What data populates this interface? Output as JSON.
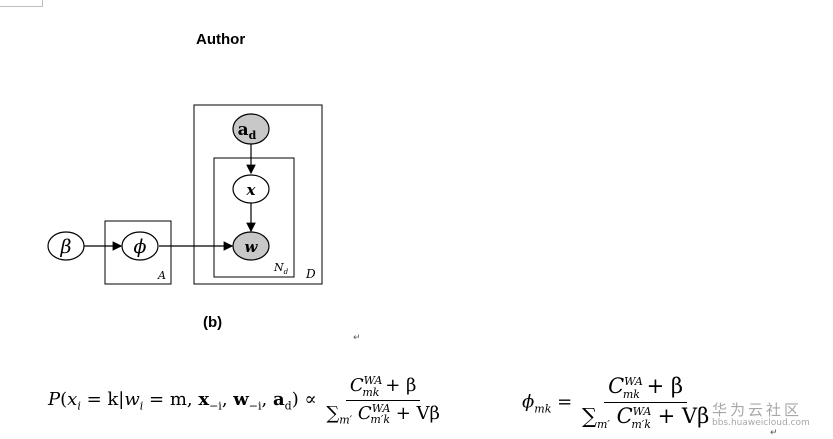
{
  "figure": {
    "title": "Author",
    "sublabel": "(b)",
    "nodes": {
      "beta": "β",
      "phi": "ϕ",
      "author": "a",
      "author_sub": "d",
      "x": "x",
      "w": "w"
    },
    "plates": {
      "A": "A",
      "Nd": "N",
      "Nd_sub": "d",
      "D": "D"
    }
  },
  "return_marks": [
    "↵",
    "↵"
  ],
  "equations": {
    "eq1": {
      "lhs_P": "P",
      "lhs_args": "x",
      "lhs_i": "i",
      "lhs_eq_k": " = k|",
      "lhs_w": "w",
      "lhs_mid": " = m, ",
      "lhs_x": "x",
      "lhs_minus_i": "−i",
      "lhs_comma": ", ",
      "lhs_wbold": "w",
      "lhs_a": "a",
      "lhs_d": "d",
      "prop": "∝",
      "num_C": "C",
      "num_sup": "WA",
      "num_sub": "mk",
      "num_plus": " + β",
      "den_sum": "∑",
      "den_sum_sub": "m′",
      "den_C": "C",
      "den_sup": "WA",
      "den_sub": "m′k",
      "den_plus": " + Vβ"
    },
    "eq2": {
      "lhs": "ϕ",
      "lhs_sub": "mk",
      "eq": "=",
      "num_C": "C",
      "num_sup": "WA",
      "num_sub": "mk",
      "num_plus": " + β",
      "den_sum": "∑",
      "den_sum_sub": "m′",
      "den_C": "C",
      "den_sup": "WA",
      "den_sub": "m′k",
      "den_plus": " + Vβ"
    }
  },
  "watermark": {
    "text": "华为云社区",
    "url": "bbs.huaweicloud.com"
  },
  "colors": {
    "shaded_node": "#c8c8c8"
  }
}
